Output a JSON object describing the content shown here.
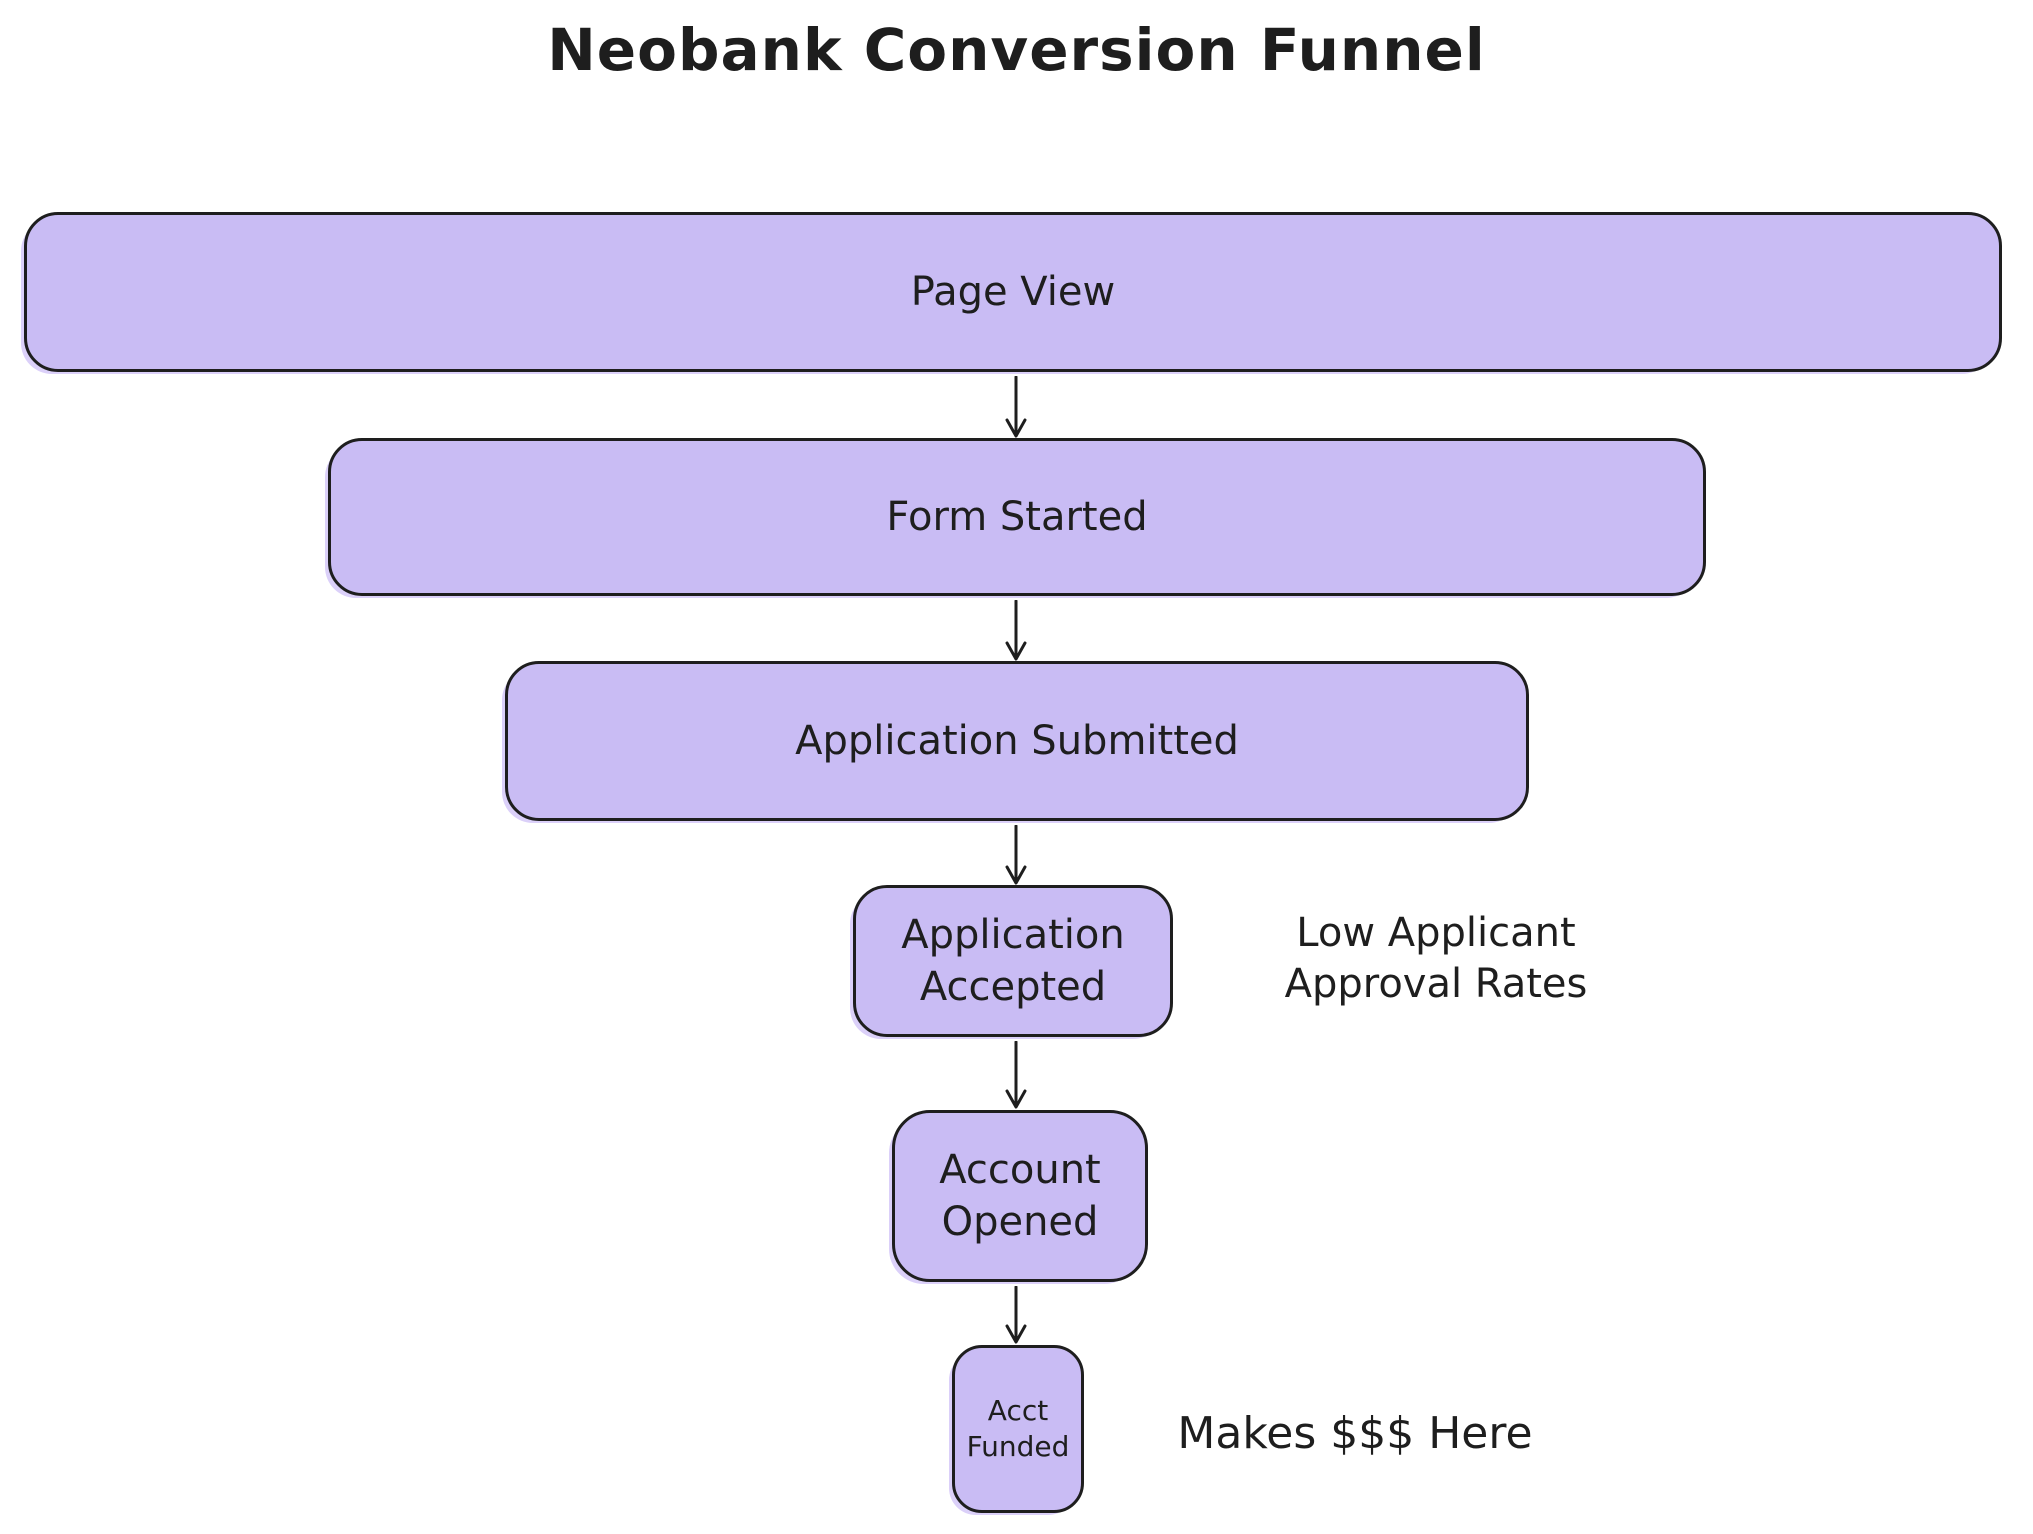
{
  "title": "Neobank Conversion Funnel",
  "colors": {
    "shape_fill": "#c9bcf4",
    "shape_fill_soft": "#dbd0f9",
    "shape_stroke": "#1e1e1e",
    "text": "#1e1e1e",
    "background": "#ffffff"
  },
  "funnel": {
    "stages": [
      {
        "label": "Page View"
      },
      {
        "label": "Form Started"
      },
      {
        "label": "Application Submitted"
      },
      {
        "label": "Application Accepted"
      },
      {
        "label": "Account Opened"
      },
      {
        "label": "Acct Funded"
      }
    ],
    "annotations": [
      {
        "lines": [
          "Low Applicant",
          "Approval Rates"
        ]
      },
      {
        "lines": [
          "Makes $$$ Here"
        ]
      }
    ]
  },
  "chart_data": {
    "type": "funnel",
    "title": "Neobank Conversion Funnel",
    "stages": [
      "Page View",
      "Form Started",
      "Application Submitted",
      "Application Accepted",
      "Account Opened",
      "Acct Funded"
    ],
    "annotations": [
      "Low Applicant Approval Rates",
      "Makes $$$ Here"
    ],
    "layout_hints": {
      "orientation": "vertical",
      "style": "hand-drawn",
      "relative_stage_widths": [
        1.0,
        0.7,
        0.52,
        0.16,
        0.13,
        0.067
      ]
    }
  }
}
